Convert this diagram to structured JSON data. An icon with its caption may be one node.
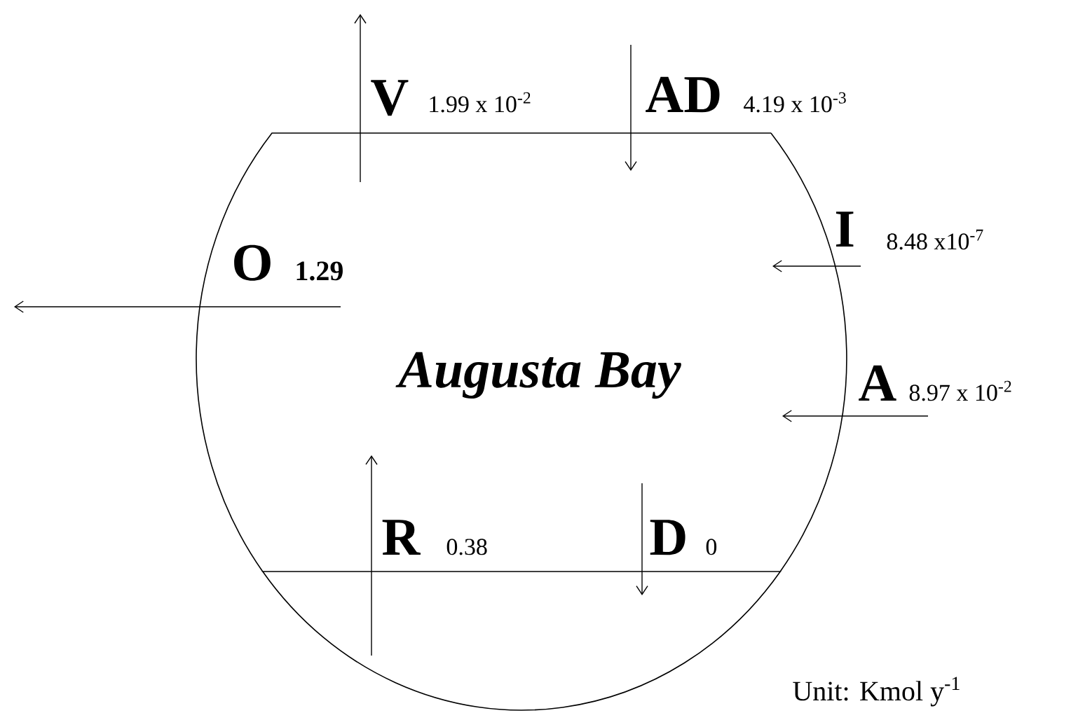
{
  "diagram": {
    "nodes": [
      {
        "text": [
          "Augusta Bay"
        ]
      },
      {
        "text": [],
        "shape": "segment"
      }
    ],
    "edges": [
      {
        "from": 0,
        "to": null,
        "arrow": "to"
      },
      {
        "from": null,
        "to": 0,
        "arrow": "to"
      },
      {
        "from": null,
        "to": 0,
        "arrow": "to"
      },
      {
        "from": 0,
        "to": null,
        "arrow": "to"
      },
      {
        "from": null,
        "to": 0,
        "arrow": "to"
      },
      {
        "from": 1,
        "to": 0,
        "arrow": "to"
      },
      {
        "from": 0,
        "to": 1,
        "arrow": "to"
      }
    ],
    "labels": [
      "V",
      "1.99 x 10$^{-2}$",
      "AD",
      "4.19 x 10$^{-3}$",
      "I",
      "8.48 x10$^{-7}$",
      "O",
      "1.29",
      "A",
      "8.97 x 10$^{-2}$",
      "R",
      "0.38",
      "D",
      "0",
      "Unit: Kmol y$^{-1}$"
    ]
  }
}
